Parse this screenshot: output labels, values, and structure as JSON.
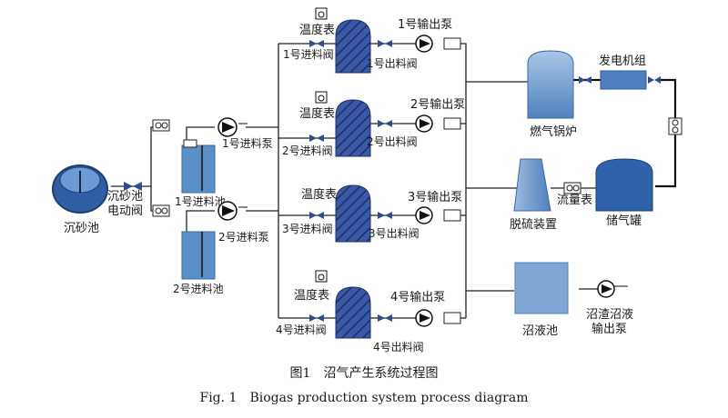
{
  "labels": {
    "sand_tank": "沉砂池",
    "sand_valve_line1": "沉砂池",
    "sand_valve_line2": "电动阀",
    "tank1": "1号进料池",
    "tank2": "2号进料池",
    "feed_pump1": "1号进料泵",
    "feed_pump2": "2号进料泵",
    "thermo1": "温度表",
    "thermo2": "温度表",
    "thermo3": "温度表",
    "thermo4": "温度表",
    "in_valve1": "1号进料阀",
    "in_valve2": "2号进料阀",
    "in_valve3": "3号进料阀",
    "in_valve4": "4号进料阀",
    "out_valve1": "1号出料阀",
    "out_valve2": "2号出料阀",
    "out_valve3": "3号出料阀",
    "out_valve4": "4号出料阀",
    "out_pump1": "1号输出泵",
    "out_pump2": "2号输出泵",
    "out_pump3": "3号输出泵",
    "out_pump4": "4号输出泵",
    "boiler": "燃气锅炉",
    "generator": "发电机组",
    "desulfur": "脱硫装置",
    "flowmeter": "流量表",
    "gas_tank": "储气罐",
    "slurry_pool": "沼液池",
    "slurry_pump_line1": "沼渣沼液",
    "slurry_pump_line2": "输出泵"
  },
  "caption": {
    "cn": "图1　沼气产生系统过程图",
    "en": "Fig. 1　Biogas production system process diagram"
  },
  "colors": {
    "equipment_blue": "#5b8fc7",
    "equipment_light": "#8fb3d9",
    "digester_dark": "#2f4f9e",
    "pipe": "#222222"
  }
}
